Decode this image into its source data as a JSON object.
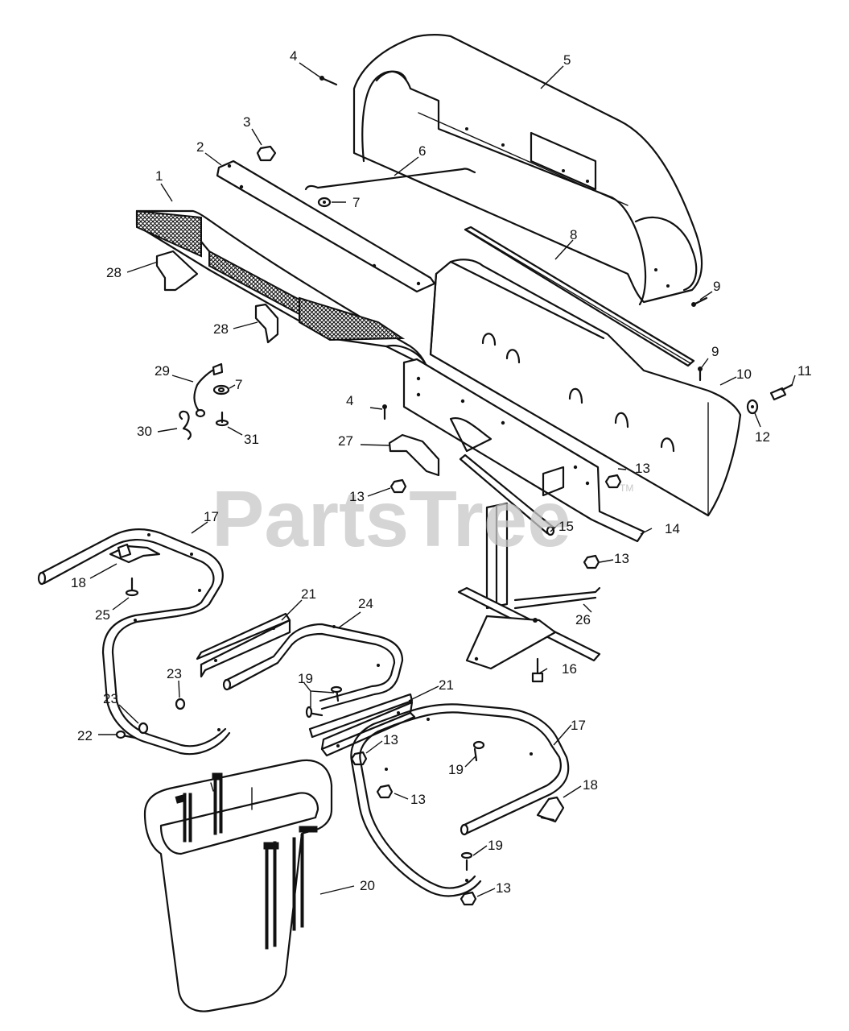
{
  "watermark": {
    "text": "PartsTree",
    "mark": "TM"
  },
  "callouts": {
    "c1": "1",
    "c2": "2",
    "c3": "3",
    "c4a": "4",
    "c4b": "4",
    "c5": "5",
    "c6": "6",
    "c7a": "7",
    "c7b": "7",
    "c8": "8",
    "c9a": "9",
    "c9b": "9",
    "c10": "10",
    "c11": "11",
    "c12": "12",
    "c13a": "13",
    "c13b": "13",
    "c13c": "13",
    "c13d": "13",
    "c13e": "13",
    "c13f": "13",
    "c14": "14",
    "c15": "15",
    "c16": "16",
    "c17a": "17",
    "c17b": "17",
    "c18a": "18",
    "c18b": "18",
    "c19a": "19",
    "c19b": "19",
    "c19c": "19",
    "c20": "20",
    "c21a": "21",
    "c21b": "21",
    "c22": "22",
    "c23a": "23",
    "c23b": "23",
    "c24": "24",
    "c25": "25",
    "c26": "26",
    "c27": "27",
    "c28a": "28",
    "c28b": "28",
    "c29": "29",
    "c30": "30",
    "c31": "31"
  }
}
